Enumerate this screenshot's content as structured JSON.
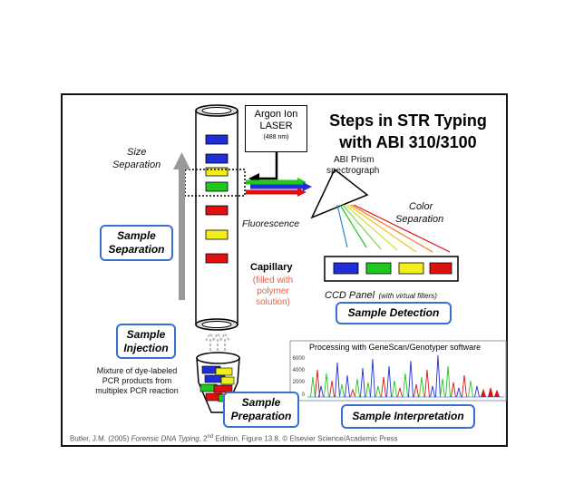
{
  "title": {
    "line1": "Steps in STR Typing",
    "line2": "with ABI 310/3100"
  },
  "laser": {
    "line1": "Argon Ion",
    "line2": "LASER",
    "wavelength": "(488 nm)"
  },
  "spectrograph": {
    "line1": "ABI Prism",
    "line2": "spectrograph"
  },
  "size_separation": {
    "line1": "Size",
    "line2": "Separation"
  },
  "fluorescence": "Fluorescence",
  "color_separation": {
    "line1": "Color",
    "line2": "Separation"
  },
  "capillary": {
    "label": "Capillary",
    "note1": "(filled with",
    "note2": "polymer",
    "note3": "solution)"
  },
  "ccd": {
    "label": "CCD Panel",
    "note": "(with virtual filters)"
  },
  "steps": {
    "sample_separation": {
      "line1": "Sample",
      "line2": "Separation"
    },
    "sample_injection": {
      "line1": "Sample",
      "line2": "Injection"
    },
    "sample_preparation": {
      "line1": "Sample",
      "line2": "Preparation"
    },
    "sample_detection": "Sample Detection",
    "sample_interpretation": "Sample Interpretation"
  },
  "mixture": {
    "line1": "Mixture of dye-labeled",
    "line2": "PCR products from",
    "line3": "multiplex PCR reaction"
  },
  "electropherogram": {
    "title": "Processing with GeneScan/Genotyper software",
    "y_ticks": [
      "6000",
      "4000",
      "2000",
      "0"
    ]
  },
  "footer": {
    "prefix": "Butler, J.M. (2005) ",
    "book": "Forensic DNA Typing",
    "edition": ", 2",
    "sup": "nd",
    "edition_word": " Edition",
    "suffix": ", Figure 13.8, © Elsevier Science/Academic Press"
  },
  "colors": {
    "blue": "#1f2fd6",
    "green": "#1ec81e",
    "yellow": "#f2ee1a",
    "red": "#e01010",
    "box_border": "#3a6fd0",
    "note_red": "#e8604a"
  }
}
